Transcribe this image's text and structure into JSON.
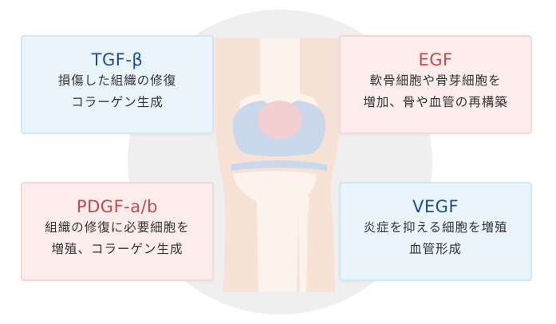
{
  "colors": {
    "blue_card_bg": "#eaf4fb",
    "pink_card_bg": "#fdecec",
    "blue_title": "#1d4e8a",
    "pink_title": "#c24a4a",
    "leg_skin": "#f7e3d6",
    "bone": "#fbf3ec",
    "cartilage": "#c9d8ec",
    "patella": "#f3cfcf"
  },
  "cards": {
    "tgf": {
      "title": "TGF-β",
      "lines": [
        "損傷した組織の修復",
        "コラーゲン生成"
      ]
    },
    "egf": {
      "title": "EGF",
      "lines": [
        "軟骨細胞や骨芽細胞を",
        "増加、骨や血管の再構築"
      ]
    },
    "pdgf": {
      "title": "PDGF-a/b",
      "lines": [
        "組織の修復に必要細胞を",
        "増殖、コラーゲン生成"
      ]
    },
    "vegf": {
      "title": "VEGF",
      "lines": [
        "炎症を抑える細胞を増殖",
        "血管形成"
      ]
    }
  },
  "illustration": {
    "icon": "knee-joint-icon"
  }
}
